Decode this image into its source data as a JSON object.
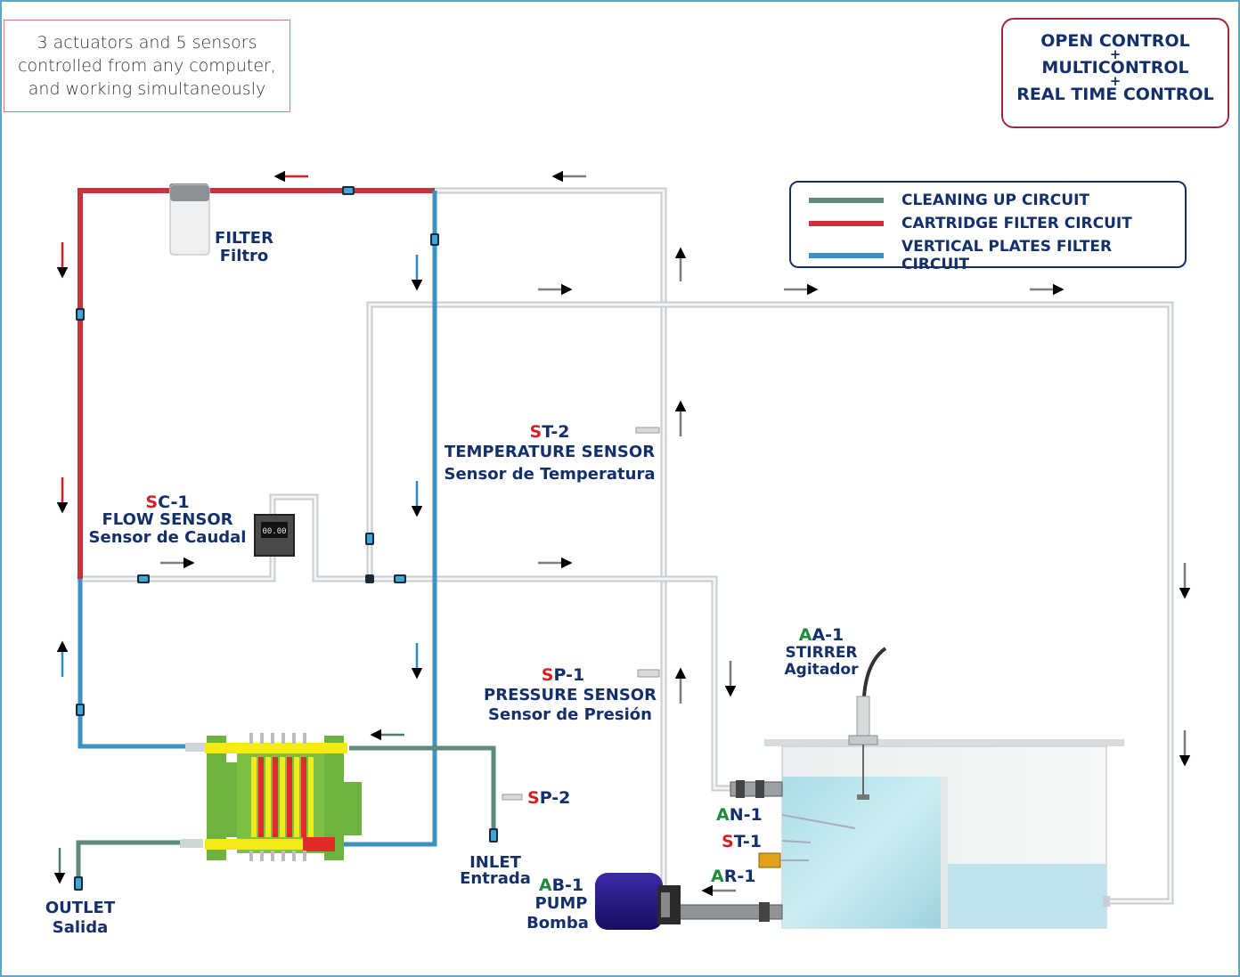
{
  "note": {
    "line1": "3 actuators and 5 sensors",
    "line2": "controlled from any computer,",
    "line3": "and working simultaneously"
  },
  "control_box": {
    "line1": "OPEN CONTROL",
    "plus1": "+",
    "line2": "MULTICONTROL",
    "plus2": "+",
    "line3": "REAL TIME CONTROL"
  },
  "legend": {
    "items": [
      {
        "label": "CLEANING UP CIRCUIT",
        "color": "#5e8a7c"
      },
      {
        "label": "CARTRIDGE FILTER CIRCUIT",
        "color": "#c8323e"
      },
      {
        "label": "VERTICAL PLATES FILTER CIRCUIT",
        "color": "#3d92c4"
      }
    ]
  },
  "labels": {
    "filter": {
      "en": "FILTER",
      "es": "Filtro"
    },
    "sc1": {
      "prefix": "S",
      "code": "C-1",
      "en": "FLOW SENSOR",
      "es": "Sensor de Caudal",
      "display": "00.00"
    },
    "st2": {
      "prefix": "S",
      "code": "T-2",
      "en": "TEMPERATURE SENSOR",
      "es": "Sensor de Temperatura"
    },
    "sp1": {
      "prefix": "S",
      "code": "P-1",
      "en": "PRESSURE SENSOR",
      "es": "Sensor de Presión"
    },
    "sp2": {
      "prefix": "S",
      "code": "P-2"
    },
    "aa1": {
      "prefix": "A",
      "code": "A-1",
      "en": "STIRRER",
      "es": "Agitador"
    },
    "an1": {
      "prefix": "A",
      "code": "N-1"
    },
    "st1": {
      "prefix": "S",
      "code": "T-1"
    },
    "ar1": {
      "prefix": "A",
      "code": "R-1"
    },
    "ab1": {
      "prefix": "A",
      "code": "B-1",
      "en": "PUMP",
      "es": "Bomba"
    },
    "inlet": {
      "en": "INLET",
      "es": "Entrada"
    },
    "outlet": {
      "en": "OUTLET",
      "es": "Salida"
    }
  },
  "colors": {
    "cleaning": "#5e8a7c",
    "cartridge": "#c8323e",
    "plates": "#3d92c4",
    "pipe_grey": "#d0d3d6",
    "arrow_grey": "#7d7d7d",
    "navy": "#13306b",
    "red_letter": "#d52027",
    "green_letter": "#1f8a3a"
  }
}
